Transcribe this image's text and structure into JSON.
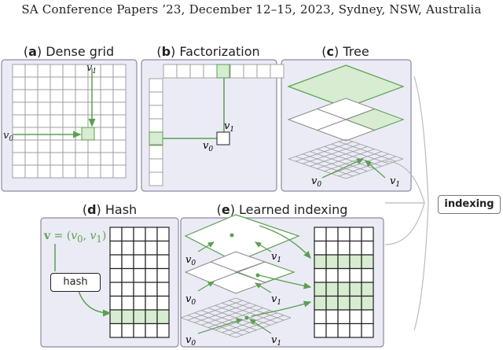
{
  "header": {
    "text": "SA Conference Papers ’23, December 12–15, 2023, Sydney, NSW, Australia"
  },
  "panels": [
    {
      "letter": "a",
      "title": "Dense grid"
    },
    {
      "letter": "b",
      "title": "Factorization"
    },
    {
      "letter": "c",
      "title": "Tree"
    },
    {
      "letter": "d",
      "title": "Hash"
    },
    {
      "letter": "e",
      "title": "Learned indexing"
    }
  ],
  "labels": {
    "v0": "v0",
    "v1": "v1",
    "hash": "hash",
    "vector": "v = (v0, v1)",
    "indexing": "indexing"
  },
  "colors": {
    "accent": "#5aa050",
    "accent_fill": "#d7ecd0",
    "panel_bg": "#ebebf6",
    "panel_border": "#8a8aa0"
  }
}
